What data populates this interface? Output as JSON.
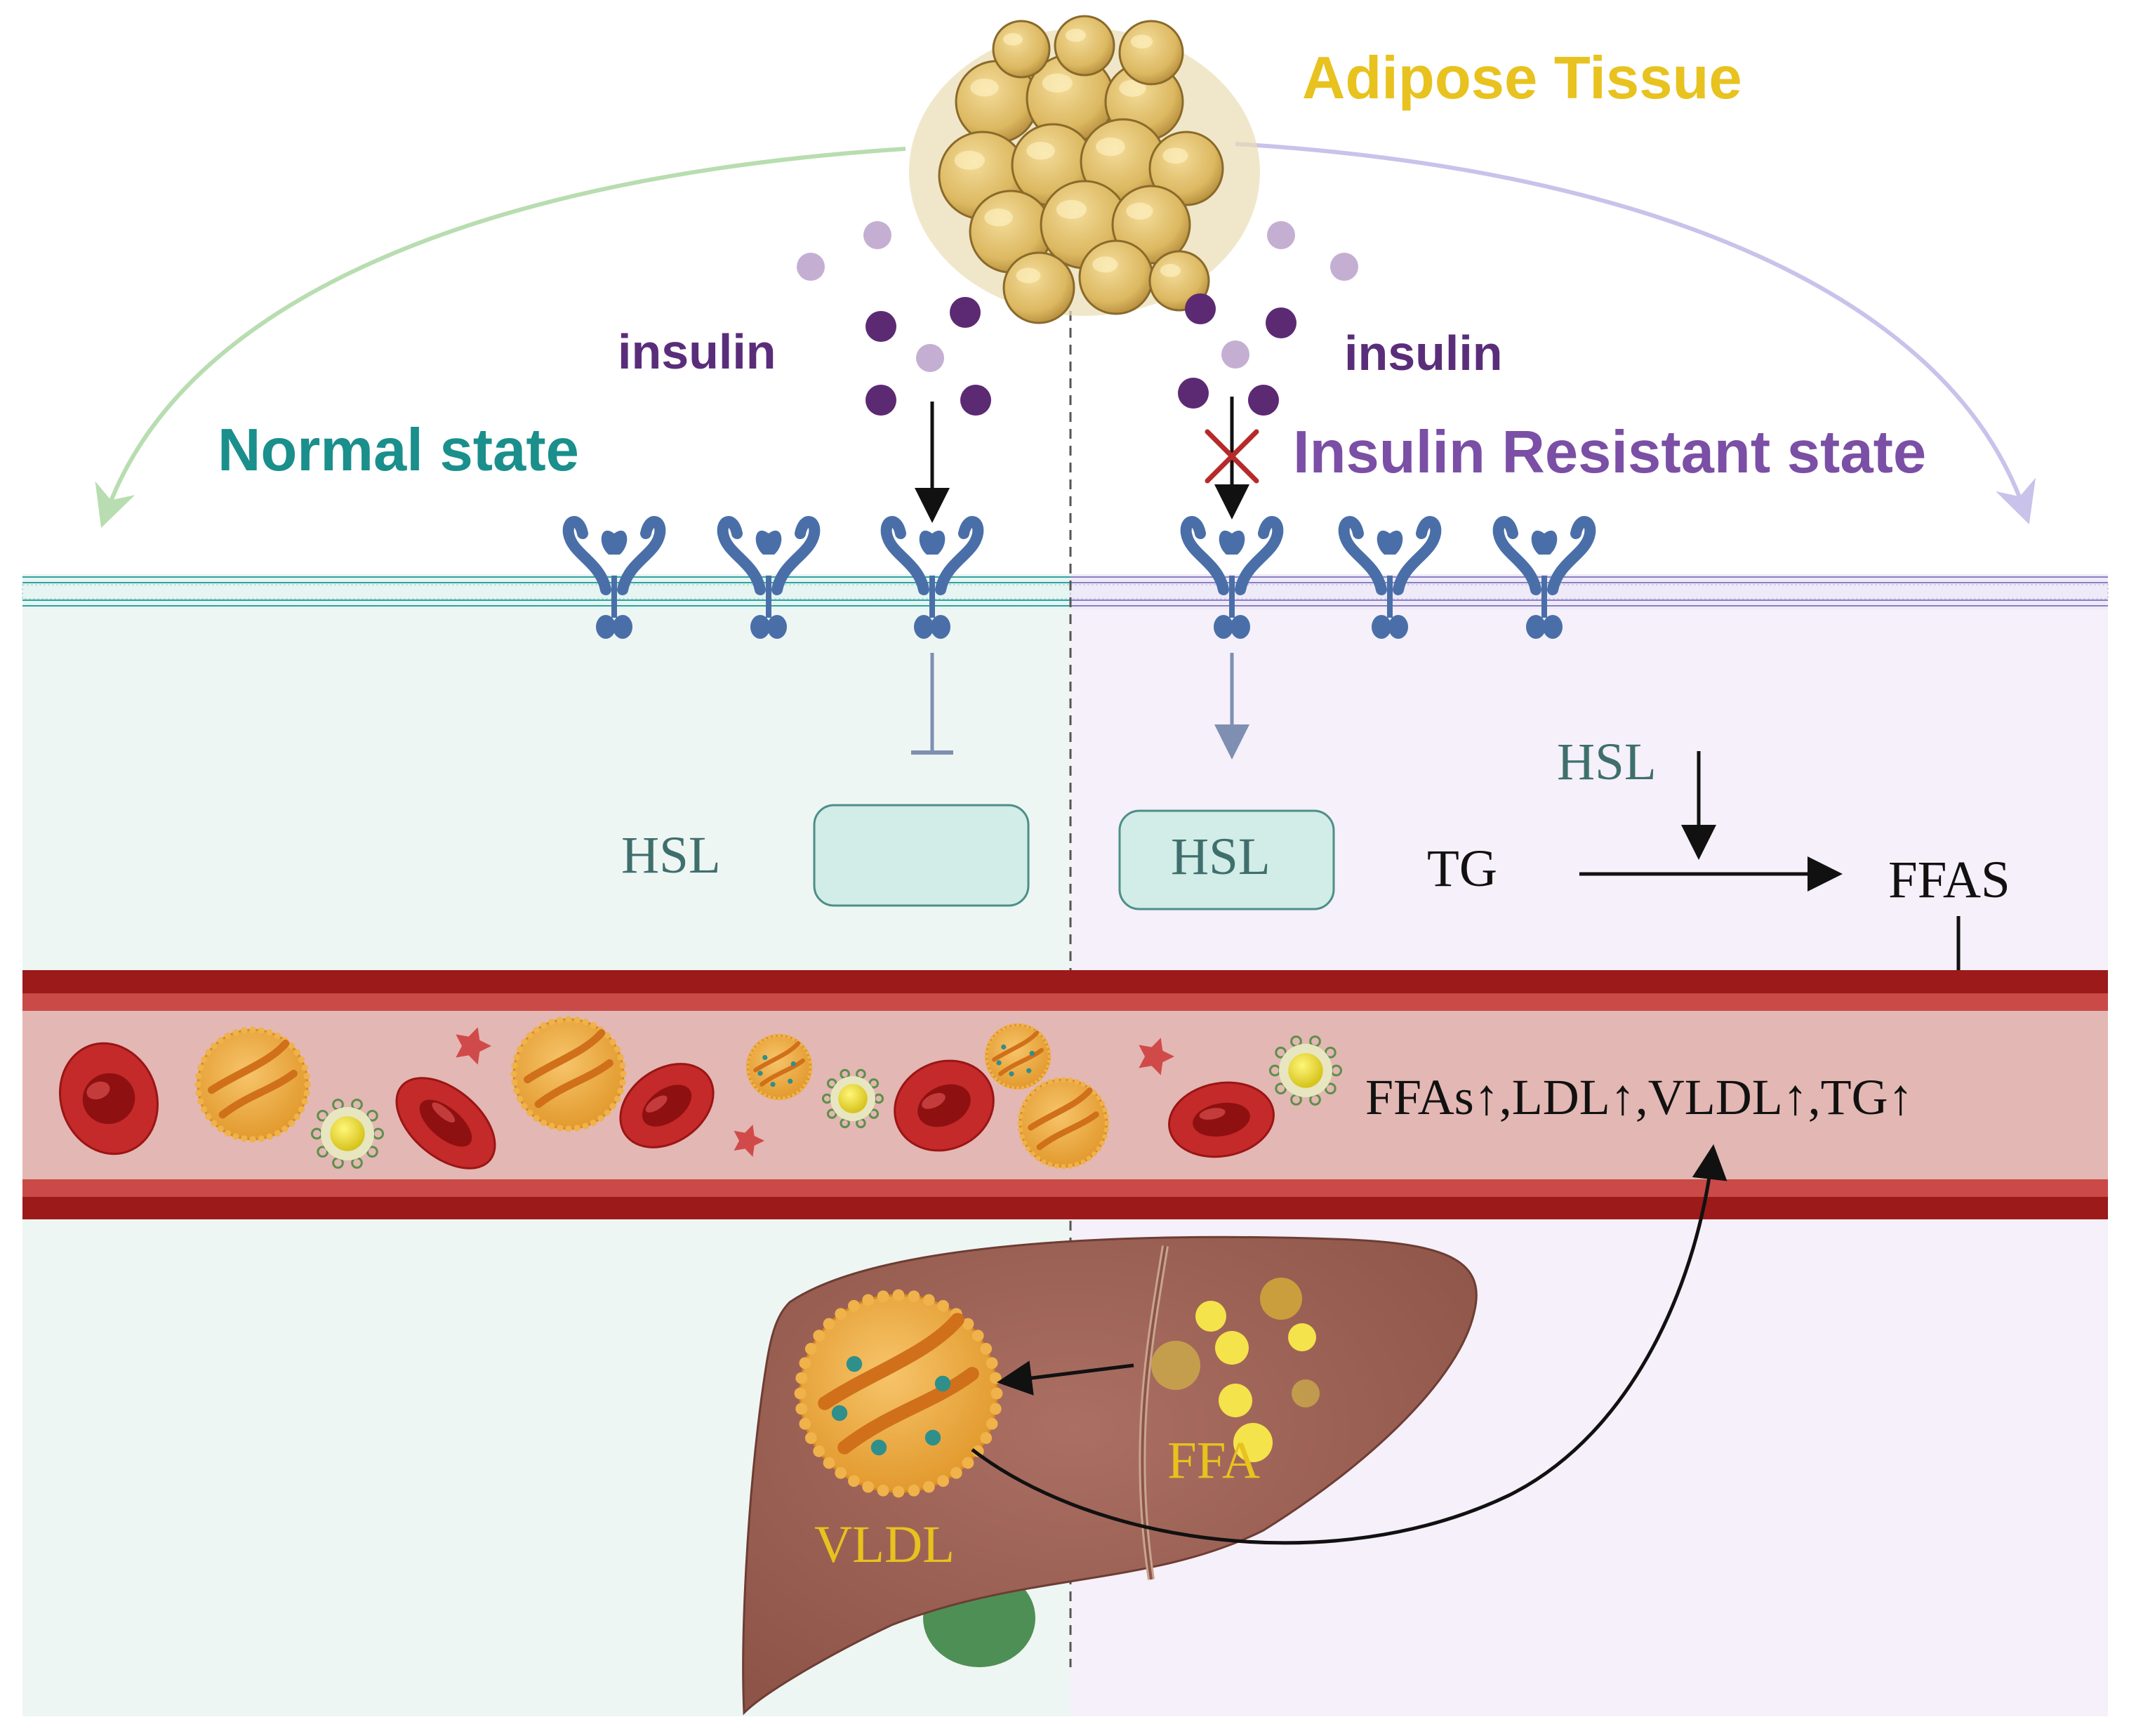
{
  "labels": {
    "adipose": "Adipose Tissue",
    "insulin_left": "insulin",
    "insulin_right": "insulin",
    "normal_state": "Normal state",
    "resistant_state": "Insulin Resistant state",
    "hsl_left": "HSL",
    "hsl_box_right": "HSL",
    "hsl_pathway": "HSL",
    "tg": "TG",
    "ffas": "FFAS",
    "blood_levels": "FFAs↑,LDL↑,VLDL↑,TG↑",
    "vldl": "VLDL",
    "ffa": "FFA"
  },
  "colors": {
    "normal": "#1a8f8c",
    "resistant": "#7b4fa5",
    "adipose": "#e8c21e",
    "insulin_text": "#5a2d7a",
    "hsl_text": "#3f6f6c",
    "vessel_dark": "#9c1a1a",
    "vessel_lumen": "#e3b7b3",
    "liver": "#a0655a",
    "liver_label": "#e8c21e"
  }
}
